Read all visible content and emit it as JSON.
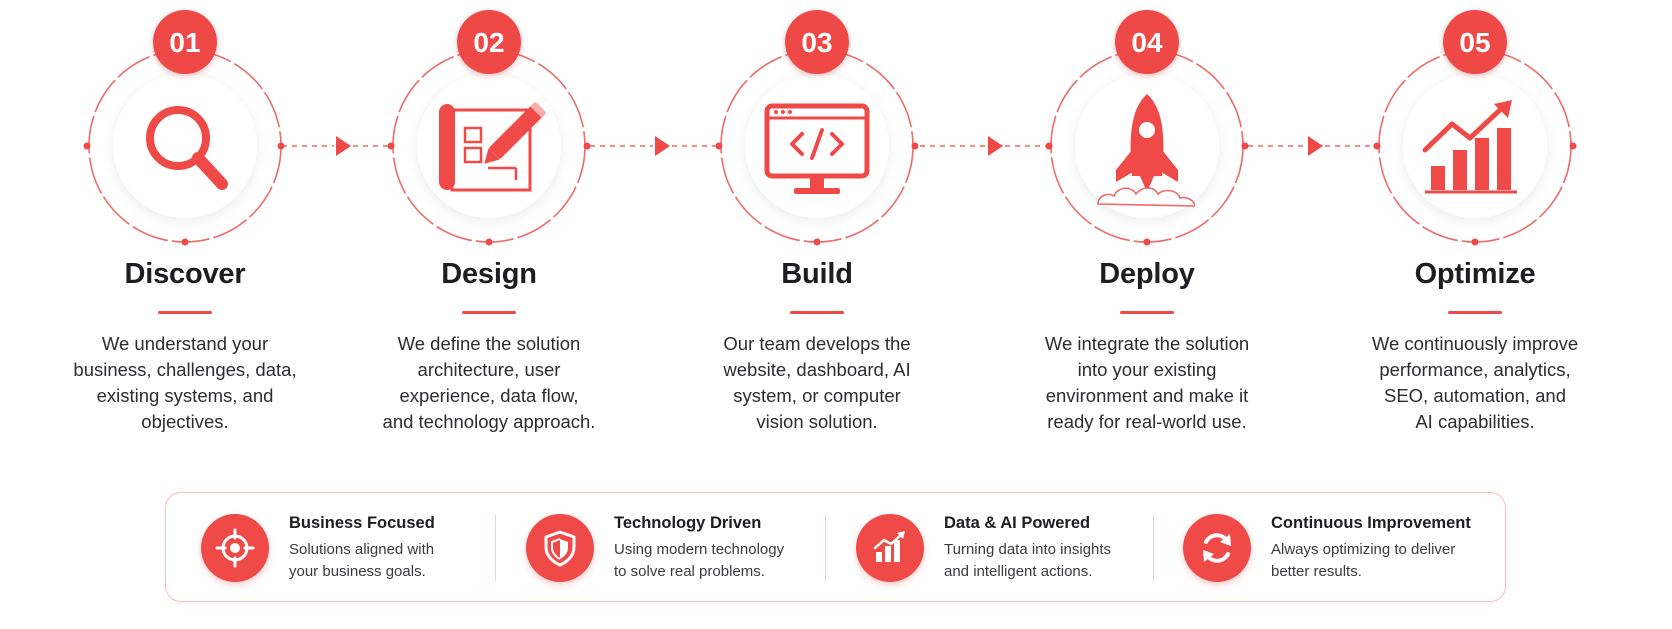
{
  "colors": {
    "accent": "#ef4a47",
    "ring": "#ef6a67",
    "text": "#1d1d22",
    "muted": "#3a3a40"
  },
  "steps": [
    {
      "number": "01",
      "title": "Discover",
      "icon": "magnifier-icon",
      "desc": [
        "We understand your",
        "business, challenges, data,",
        "existing systems, and",
        "objectives."
      ]
    },
    {
      "number": "02",
      "title": "Design",
      "icon": "blueprint-pencil-icon",
      "desc": [
        "We define the solution",
        "architecture, user",
        "experience, data flow,",
        "and technology approach."
      ]
    },
    {
      "number": "03",
      "title": "Build",
      "icon": "code-monitor-icon",
      "desc": [
        "Our team develops the",
        "website, dashboard, AI",
        "system, or computer",
        "vision solution."
      ]
    },
    {
      "number": "04",
      "title": "Deploy",
      "icon": "rocket-icon",
      "desc": [
        "We integrate the solution",
        "into your existing",
        "environment and make it",
        "ready for real-world use."
      ]
    },
    {
      "number": "05",
      "title": "Optimize",
      "icon": "growth-chart-icon",
      "desc": [
        "We continuously improve",
        "performance, analytics,",
        "SEO, automation, and",
        "AI capabilities."
      ]
    }
  ],
  "benefits": [
    {
      "title": "Business Focused",
      "icon": "target-icon",
      "desc": [
        "Solutions aligned with",
        "your business goals."
      ]
    },
    {
      "title": "Technology Driven",
      "icon": "shield-icon",
      "desc": [
        "Using modern technology",
        "to solve real problems."
      ]
    },
    {
      "title": "Data & AI Powered",
      "icon": "bar-chart-icon",
      "desc": [
        "Turning data into insights",
        "and intelligent actions."
      ]
    },
    {
      "title": "Continuous Improvement",
      "icon": "refresh-icon",
      "desc": [
        "Always optimizing to deliver",
        "better results."
      ]
    }
  ]
}
